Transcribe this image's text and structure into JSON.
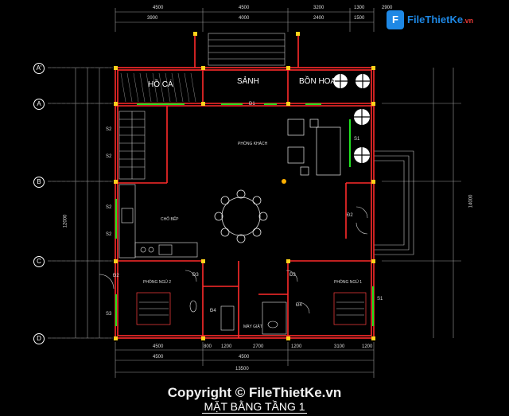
{
  "logo": {
    "name": "FileThietKe",
    "suffix": ".vn"
  },
  "copyright": "Copyright © FileThietKe.vn",
  "title": "MẶT BẰNG TẦNG 1",
  "rooms": {
    "ho_ca": "HỒ CÁ",
    "sanh": "SẢNH",
    "bon_hoa": "BỒN HOA",
    "phong_khach": "PHÒNG KHÁCH",
    "phong_ngu_1": "PHÒNG NGỦ 1",
    "phong_ngu_2": "PHÒNG NGỦ 2",
    "cho_bep": "CHỖ BẾP",
    "may_giat": "MÁY GIẶT"
  },
  "axis_labels": {
    "A_prime": "A'",
    "A": "A",
    "B": "B",
    "C": "C",
    "D": "D"
  },
  "dims": {
    "top1": [
      "4500",
      "4500",
      "3200",
      "1300",
      "2900"
    ],
    "top2": [
      "3900",
      "4000",
      "2400",
      "1500"
    ],
    "bot1": [
      "4500",
      "800",
      "1200",
      "2700",
      "1200",
      "3100",
      "1200"
    ],
    "bot2": [
      "4500",
      "4500"
    ],
    "bot_total": "13500",
    "right_total": "14000",
    "left_total": "12000"
  },
  "tags": {
    "d1": "Đ1",
    "d2": "Đ2",
    "d3": "Đ3",
    "d4": "Đ4",
    "s1": "S1",
    "s2": "S2",
    "s3": "S3"
  }
}
